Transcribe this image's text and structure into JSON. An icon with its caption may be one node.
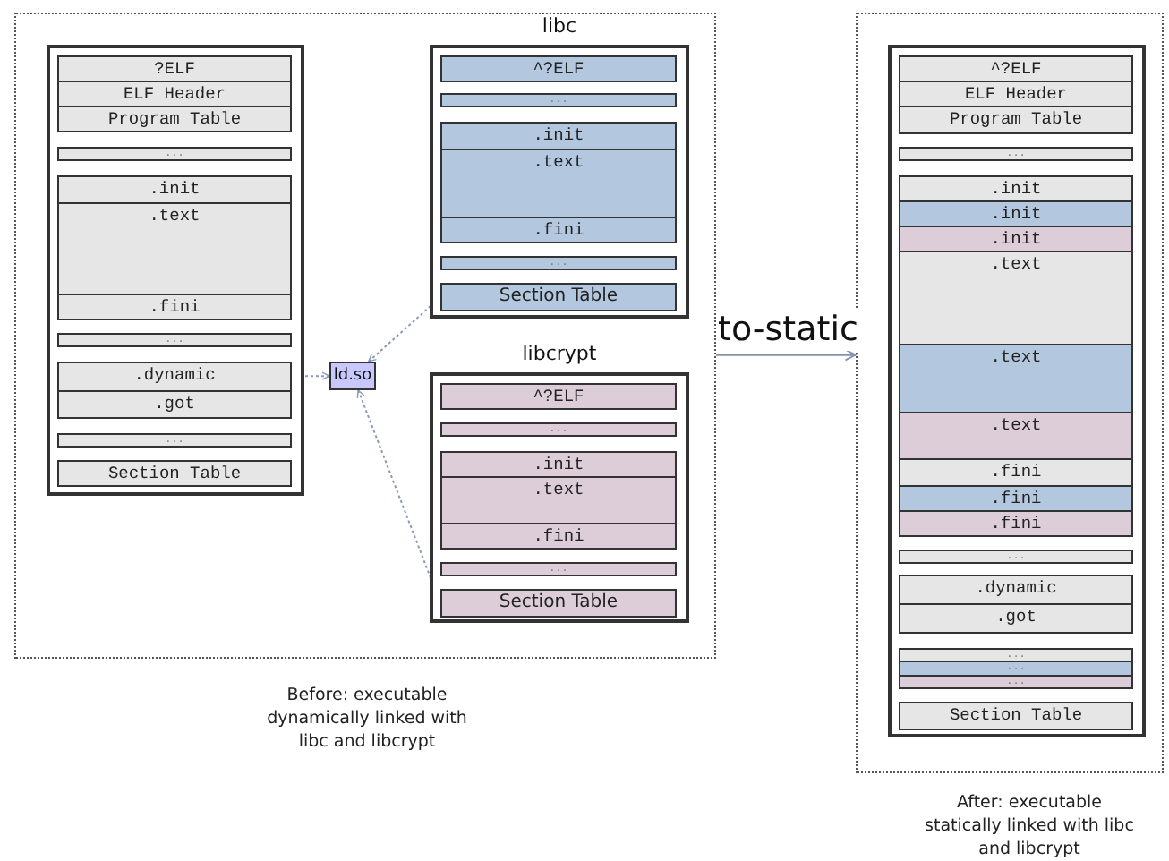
{
  "diagram": {
    "nodes": [
      {
        "text": [],
        "shape": "box"
      },
      {
        "text": [],
        "shape": "box",
        "in": 0
      },
      {
        "text": [
          "?ELF"
        ],
        "in": 1
      },
      {
        "text": [
          "ELF Header"
        ],
        "in": 1
      },
      {
        "text": [
          "Program Table"
        ],
        "in": 1
      },
      {
        "text": [
          "..."
        ],
        "in": 1
      },
      {
        "text": [
          ".init"
        ],
        "in": 1
      },
      {
        "text": [
          ".text"
        ],
        "in": 1
      },
      {
        "text": [
          ".fini"
        ],
        "in": 1
      },
      {
        "text": [
          "..."
        ],
        "in": 1
      },
      {
        "text": [
          ".dynamic"
        ],
        "in": 1
      },
      {
        "text": [
          ".got"
        ],
        "in": 1
      },
      {
        "text": [
          "..."
        ],
        "in": 1
      },
      {
        "text": [
          "Section Table"
        ],
        "in": 1
      },
      {
        "text": [
          "ld.so"
        ],
        "in": 0
      },
      {
        "text": [
          "libc"
        ],
        "in": 0
      },
      {
        "text": [
          "^?ELF"
        ],
        "in": 15
      },
      {
        "text": [
          "..."
        ],
        "in": 15
      },
      {
        "text": [
          ".init"
        ],
        "in": 15
      },
      {
        "text": [
          ".text"
        ],
        "in": 15
      },
      {
        "text": [
          ".fini"
        ],
        "in": 15
      },
      {
        "text": [
          "..."
        ],
        "in": 15
      },
      {
        "text": [
          "Section Table"
        ],
        "in": 15
      },
      {
        "text": [
          "libcrypt"
        ],
        "in": 0
      },
      {
        "text": [
          "^?ELF"
        ],
        "in": 23
      },
      {
        "text": [
          "..."
        ],
        "in": 23
      },
      {
        "text": [
          ".init"
        ],
        "in": 23
      },
      {
        "text": [
          ".text"
        ],
        "in": 23
      },
      {
        "text": [
          ".fini"
        ],
        "in": 23
      },
      {
        "text": [
          "..."
        ],
        "in": 23
      },
      {
        "text": [
          "Section Table"
        ],
        "in": 23
      },
      {
        "text": [],
        "shape": "box"
      },
      {
        "text": [],
        "shape": "box",
        "in": 31
      },
      {
        "text": [
          "^?ELF"
        ],
        "in": 32
      },
      {
        "text": [
          "ELF Header"
        ],
        "in": 32
      },
      {
        "text": [
          "Program Table"
        ],
        "in": 32
      },
      {
        "text": [
          "..."
        ],
        "in": 32
      },
      {
        "text": [
          ".init"
        ],
        "in": 32
      },
      {
        "text": [
          ".init"
        ],
        "in": 32
      },
      {
        "text": [
          ".init"
        ],
        "in": 32
      },
      {
        "text": [
          ".text"
        ],
        "in": 32
      },
      {
        "text": [
          ".text"
        ],
        "in": 32
      },
      {
        "text": [
          ".text"
        ],
        "in": 32
      },
      {
        "text": [
          ".fini"
        ],
        "in": 32
      },
      {
        "text": [
          ".fini"
        ],
        "in": 32
      },
      {
        "text": [
          ".fini"
        ],
        "in": 32
      },
      {
        "text": [
          "..."
        ],
        "in": 32
      },
      {
        "text": [
          ".dynamic"
        ],
        "in": 32
      },
      {
        "text": [
          ".got"
        ],
        "in": 32
      },
      {
        "text": [
          "..."
        ],
        "in": 32
      },
      {
        "text": [
          "..."
        ],
        "in": 32
      },
      {
        "text": [
          "..."
        ],
        "in": 32
      },
      {
        "text": [
          "Section Table"
        ],
        "in": 32
      }
    ],
    "edges": [
      {
        "from": 14,
        "to": 10,
        "arrow": "both",
        "style": "dashed"
      },
      {
        "from": 14,
        "to": 22,
        "arrow": "both",
        "style": "dashed"
      },
      {
        "from": 14,
        "to": 30,
        "arrow": "both",
        "style": "dashed"
      },
      {
        "from": 0,
        "to": 31,
        "arrow": "to",
        "label": "to-static"
      }
    ],
    "labels": [
      "Before: executable dynamically linked with libc and libcrypt",
      "After: executable statically linked with libc and libcrypt"
    ]
  }
}
